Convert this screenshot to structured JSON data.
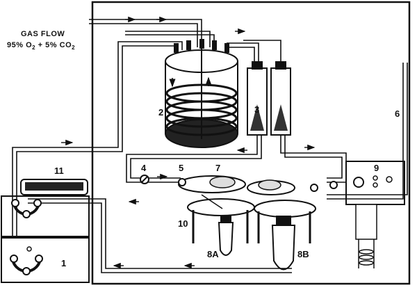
{
  "gas_flow": {
    "title": "GAS FLOW",
    "mixture_prefix": "95%",
    "o2_symbol": "O",
    "o2_sub": "2",
    "plus_pct": "+ 5%",
    "co2_symbol": "CO",
    "co2_sub": "2"
  },
  "labels": {
    "l1": "1",
    "l2": "2",
    "l3": "3",
    "l4": "4",
    "l5": "5",
    "l6": "6",
    "l7": "7",
    "l8a": "8A",
    "l8b": "8B",
    "l9": "9",
    "l10": "10",
    "l11": "11"
  },
  "colors": {
    "line": "#111111",
    "background": "#ffffff"
  }
}
